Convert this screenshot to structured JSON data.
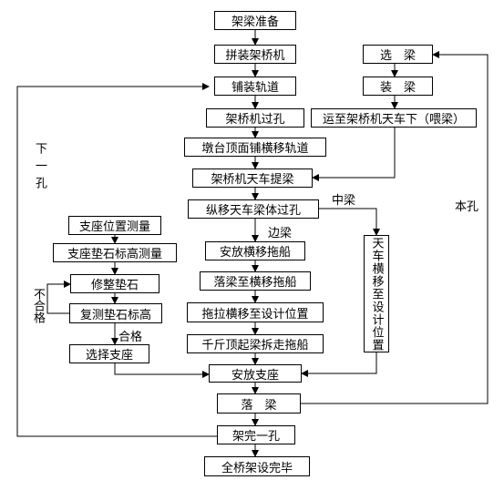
{
  "nodes": {
    "jia_liang_zhun_bei": "架梁准备",
    "pin_zhuang": "拼装架桥机",
    "pu_zhuang_gui_dao": "铺装轨道",
    "guo_kong": "架桥机过孔",
    "dun_tai": "墩台顶面铺横移轨道",
    "ti_liang": "架桥机天车提梁",
    "zong_yi": "纵移天车梁体过孔",
    "an_fang_tuo_chuan": "安放横移拖船",
    "luo_liang_tuo_chuan": "落梁至横移拖船",
    "tuo_la": "拖拉横移至设计位置",
    "qian_jin_ding": "千斤顶起梁拆走拖船",
    "an_fang_zhi_zuo": "安放支座",
    "luo_liang": "落　梁",
    "jia_wan_yi_kong": "架完一孔",
    "quan_qiao_wan_bi": "全桥架设完毕",
    "xuan_liang": "选　梁",
    "zhuang_liang": "装　梁",
    "yun_zhi": "运至架桥机天车下（喂梁）",
    "tian_che_heng_yi": "天车横移至设计位置",
    "zhi_zuo_ce_liang": "支座位置测量",
    "dian_shi_ce_liang": "支座垫石标高测量",
    "xiu_zheng": "修整垫石",
    "fu_ce": "复测垫石标高",
    "xuan_ze_zhi_zuo": "选择支座"
  },
  "labels": {
    "zhong_liang": "中梁",
    "bian_liang": "边梁",
    "xia_yi_kong": "下一孔",
    "ben_kong": "本孔",
    "bu_he_ge": "不合格",
    "he_ge": "合格"
  }
}
